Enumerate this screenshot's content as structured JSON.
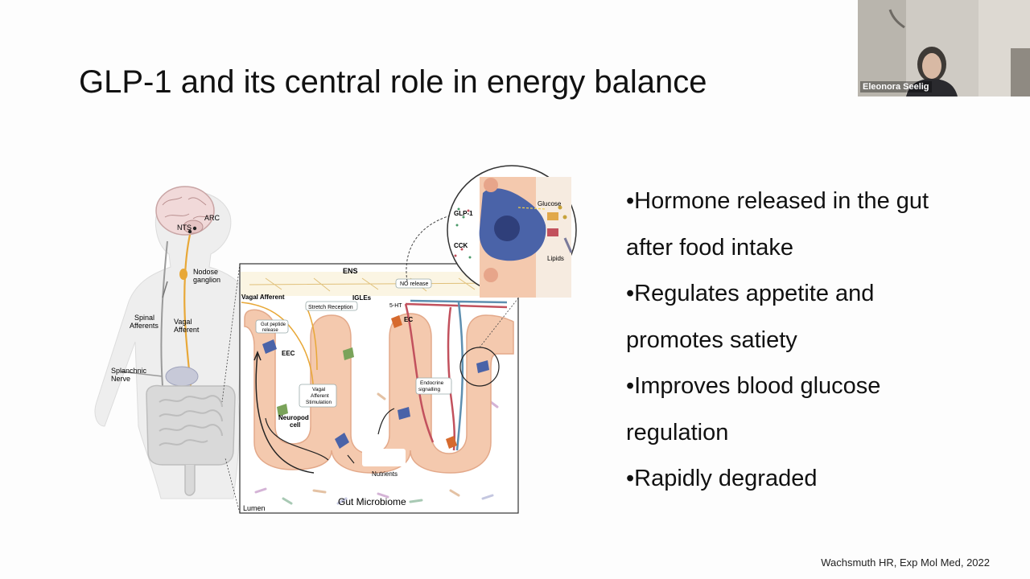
{
  "slide": {
    "title": "GLP-1 and its central role in energy balance",
    "bullets": [
      "•Hormone released in the gut",
      "after food intake",
      "•Regulates appetite and",
      "promotes satiety",
      "•Improves blood glucose",
      "regulation",
      "•Rapidly degraded"
    ],
    "citation": "Wachsmuth HR, Exp Mol Med, 2022"
  },
  "figure": {
    "labels": {
      "arc": "ARC",
      "nts": "NTS",
      "nodose": "Nodose",
      "ganglion": "ganglion",
      "spinal": "Spinal",
      "afferents": "Afferents",
      "vagal": "Vagal",
      "afferent": "Afferent",
      "splanchnic": "Splanchnic",
      "nerve": "Nerve",
      "ens": "ENS",
      "no_release": "NO release",
      "vagal_afferent": "Vagal Afferent",
      "igles": "IGLEs",
      "stretch": "Stretch Reception",
      "five_ht": "5-HT",
      "ec": "EC",
      "gut_peptide_1": "Gut peptide",
      "gut_peptide_2": "release",
      "eec": "EEC",
      "endocrine_1": "Endocrine",
      "endocrine_2": "signalling",
      "vas_1": "Vagal",
      "vas_2": "Afferent",
      "vas_3": "Stimulation",
      "neuropod_1": "Neuropod",
      "neuropod_2": "cell",
      "nutrients": "Nutrients",
      "lumen": "Lumen",
      "microbiome": "Gut Microbiome",
      "glp1": "GLP-1",
      "cck": "CCK",
      "glucose": "Glucose",
      "lipids": "Lipids"
    }
  },
  "webcam": {
    "name": "Eleonora Seelig"
  },
  "colors": {
    "nerve": "#e8a838",
    "villus": "#f4c9ae",
    "eec": "#4a63a8",
    "vessel_red": "#c2515d",
    "vessel_blue": "#5e8fb0"
  }
}
